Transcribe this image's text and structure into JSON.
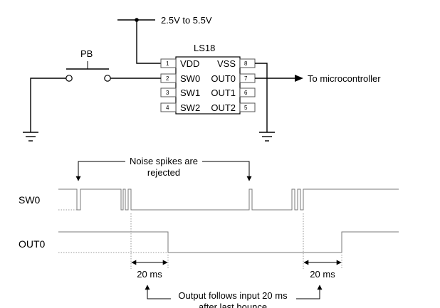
{
  "schematic": {
    "supply_label": "2.5V to 5.5V",
    "chip_name": "LS18",
    "button_label": "PB",
    "output_label": "To microcontroller",
    "left_pins": [
      {
        "num": "1",
        "name": "VDD"
      },
      {
        "num": "2",
        "name": "SW0"
      },
      {
        "num": "3",
        "name": "SW1"
      },
      {
        "num": "4",
        "name": "SW2"
      }
    ],
    "right_pins": [
      {
        "num": "8",
        "name": "VSS"
      },
      {
        "num": "7",
        "name": "OUT0"
      },
      {
        "num": "6",
        "name": "OUT1"
      },
      {
        "num": "5",
        "name": "OUT2"
      }
    ]
  },
  "timing": {
    "signal_sw0": "SW0",
    "signal_out0": "OUT0",
    "noise_note_line1": "Noise spikes are",
    "noise_note_line2": "rejected",
    "delay_left": "20 ms",
    "delay_right": "20 ms",
    "follow_note_line1": "Output follows input 20 ms",
    "follow_note_line2": "after last bounce"
  }
}
